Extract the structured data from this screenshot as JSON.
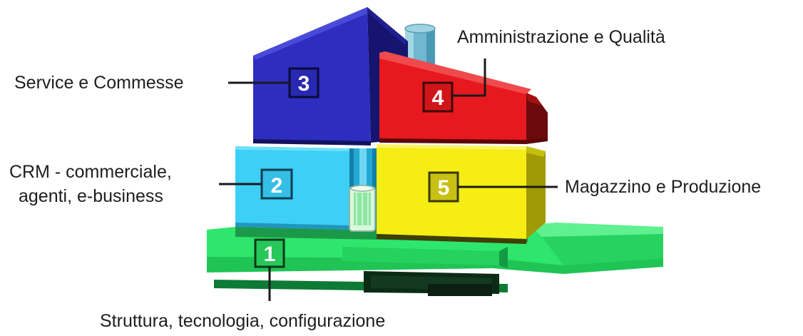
{
  "modules": [
    {
      "number": "1",
      "label_lines": [
        "Struttura, tecnologia, configurazione"
      ],
      "color": "#2ee66b"
    },
    {
      "number": "2",
      "label_lines": [
        "CRM - commerciale,",
        "agenti, e-business"
      ],
      "color": "#3dcff5"
    },
    {
      "number": "3",
      "label_lines": [
        "Service e Commesse"
      ],
      "color": "#2d2dc0"
    },
    {
      "number": "4",
      "label_lines": [
        "Amministrazione e Qualità"
      ],
      "color": "#e8191e"
    },
    {
      "number": "5",
      "label_lines": [
        "Magazzino e Produzione"
      ],
      "color": "#f5ed14"
    }
  ]
}
